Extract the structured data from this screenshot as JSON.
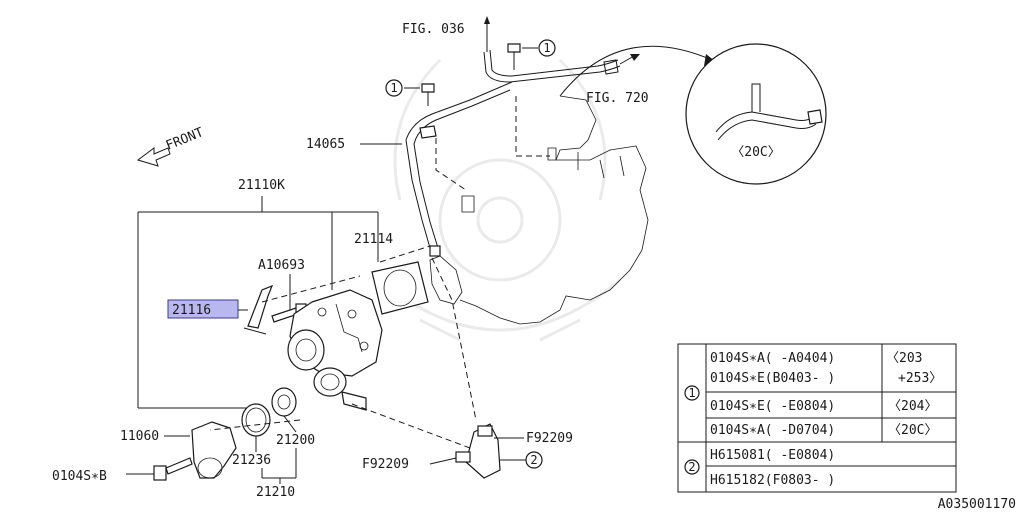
{
  "labels": {
    "fig036": "FIG. 036",
    "fig720": "FIG. 720",
    "front": "FRONT",
    "p14065": "14065",
    "p21110k": "21110K",
    "p21114": "21114",
    "a10693": "A10693",
    "p21116": "21116",
    "p11060": "11060",
    "p0104sb": "0104S∗B",
    "p21236": "21236",
    "p21200": "21200",
    "p21210": "21210",
    "f92209a": "F92209",
    "f92209b": "F92209",
    "c20c": "〈20C〉",
    "diagram_id": "A035001170"
  },
  "callouts": {
    "one_a": "1",
    "one_b": "1",
    "two": "2"
  },
  "table": {
    "group1_marker": "1",
    "group2_marker": "2",
    "r1a": "0104S∗A( -A0404)",
    "r1b": "0104S∗E(B0403- )",
    "r1c1": "〈203",
    "r1c2": "+253〉",
    "r2a": "0104S∗E( -E0804)",
    "r2c": "〈204〉",
    "r3a": "0104S∗A( -D0704)",
    "r3c": "〈20C〉",
    "r4a": "H615081( -E0804)",
    "r5a": "H615182(F0803- )"
  },
  "colors": {
    "highlight": "#b8b8ee",
    "line": "#1a1a1a"
  }
}
